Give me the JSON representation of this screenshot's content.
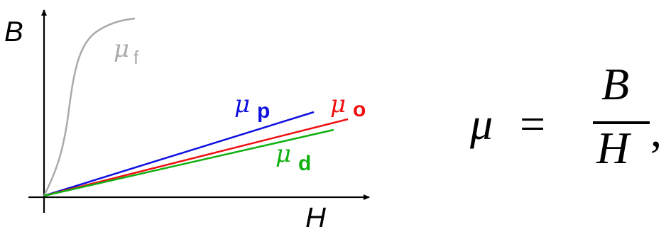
{
  "diagram": {
    "axes": {
      "y_label": "B",
      "x_label": "H"
    },
    "curves": [
      {
        "id": "f",
        "symbol": "μ",
        "subscript": "f",
        "color": "#aaaaaa"
      },
      {
        "id": "p",
        "symbol": "μ",
        "subscript": "p",
        "color": "#1010e0"
      },
      {
        "id": "o",
        "symbol": "μ",
        "subscript": "o",
        "color": "#ee1010"
      },
      {
        "id": "d",
        "symbol": "μ",
        "subscript": "d",
        "color": "#10b010"
      }
    ]
  },
  "equation": {
    "lhs": "μ",
    "op": "=",
    "numerator": "B",
    "denominator": "H",
    "trailing": ","
  }
}
